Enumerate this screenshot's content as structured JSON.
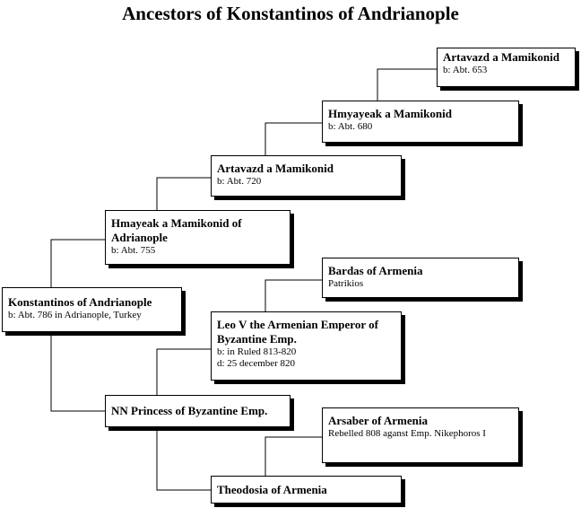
{
  "title": "Ancestors of Konstantinos of Andrianople",
  "people": {
    "artavazd_653": {
      "name": "Artavazd a Mamikonid",
      "details": [
        "b: Abt. 653"
      ]
    },
    "hmyayeak_680": {
      "name": "Hmyayeak a Mamikonid",
      "details": [
        "b: Abt. 680"
      ]
    },
    "artavazd_720": {
      "name": "Artavazd a Mamikonid",
      "details": [
        "b: Abt. 720"
      ]
    },
    "hmayeak_755": {
      "name": "Hmayeak a Mamikonid of Adrianople",
      "details": [
        "b: Abt. 755"
      ]
    },
    "konstantinos": {
      "name": "Konstantinos of Andrianople",
      "details": [
        "b: Abt. 786 in Adrianople, Turkey"
      ]
    },
    "bardas": {
      "name": "Bardas of Armenia",
      "details": [
        "Patrikios"
      ]
    },
    "leo_v": {
      "name": "Leo V the Armenian Emperor of Byzantine Emp.",
      "details": [
        "b: in Ruled 813-820",
        "d: 25 december 820"
      ]
    },
    "nn_princess": {
      "name": "NN Princess of Byzantine Emp.",
      "details": []
    },
    "arsaber": {
      "name": "Arsaber of Armenia",
      "details": [
        "Rebelled 808 aganst Emp. Nikephoros I"
      ]
    },
    "theodosia": {
      "name": "Theodosia of Armenia",
      "details": []
    }
  }
}
